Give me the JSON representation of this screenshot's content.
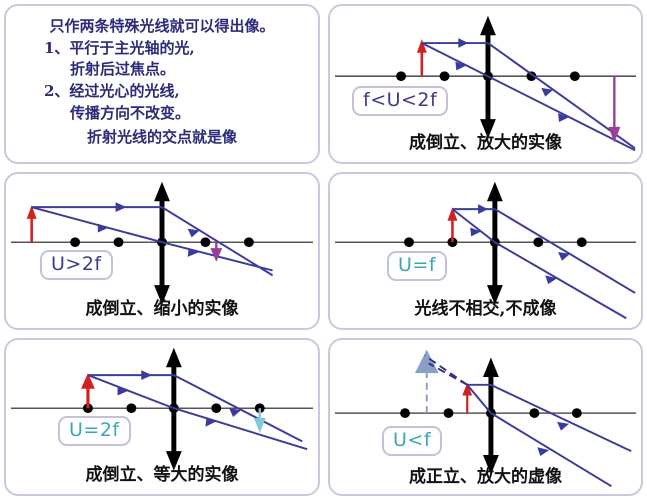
{
  "intro": {
    "lines": [
      "只作两条特殊光线就可以得出像。",
      "1、平行于主光轴的光,",
      "折射后过焦点。",
      "2、经过光心的光线,",
      "传播方向不改变。",
      "折射光线的交点就是像"
    ],
    "text_color": "#2b2b7a"
  },
  "panels": [
    {
      "id": "case-f-u-2f",
      "label": "f<U<2f",
      "label_color": "#3b3b8c",
      "caption": "成倒立、放大的实像",
      "object_side": "between f and 2f",
      "image_type": "real",
      "image_orientation": "inverted",
      "image_size": "magnified"
    },
    {
      "id": "case-u-gt-2f",
      "label": "U>2f",
      "label_color": "#3b3b8c",
      "caption": "成倒立、缩小的实像",
      "object_side": "beyond 2f",
      "image_type": "real",
      "image_orientation": "inverted",
      "image_size": "reduced"
    },
    {
      "id": "case-u-eq-f",
      "label": "U=f",
      "label_color": "#3aa6b9",
      "caption": "光线不相交,不成像",
      "object_side": "at f",
      "image_type": "none",
      "image_orientation": "none",
      "image_size": "none"
    },
    {
      "id": "case-u-eq-2f",
      "label": "U=2f",
      "label_color": "#3aa6b9",
      "caption": "成倒立、等大的实像",
      "object_side": "at 2f",
      "image_type": "real",
      "image_orientation": "inverted",
      "image_size": "same"
    },
    {
      "id": "case-u-lt-f",
      "label": "U<f",
      "label_color": "#3aa6b9",
      "caption": "成正立、放大的虚像",
      "object_side": "inside f",
      "image_type": "virtual",
      "image_orientation": "upright",
      "image_size": "magnified"
    }
  ],
  "colors": {
    "ray": "#3b3b9e",
    "axis": "#555555",
    "lens": "#000000",
    "object_arrow": "#d42020",
    "image_arrow": "#9b3d9b",
    "virtual_image": "#8a9ec6",
    "panel_border": "#c9c9dd",
    "point_dot": "#000000"
  },
  "axis_points": {
    "names": [
      "2F-left",
      "F-left",
      "O",
      "F-right",
      "2F-right"
    ],
    "count": 5
  }
}
